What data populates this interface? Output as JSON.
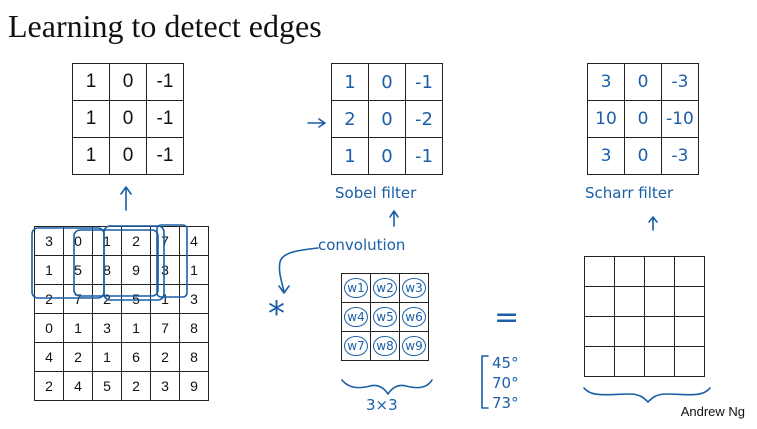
{
  "title": "Learning to detect edges",
  "filter_vertical": [
    [
      "1",
      "0",
      "-1"
    ],
    [
      "1",
      "0",
      "-1"
    ],
    [
      "1",
      "0",
      "-1"
    ]
  ],
  "sobel": {
    "matrix": [
      [
        "1",
        "0",
        "-1"
      ],
      [
        "2",
        "0",
        "-2"
      ],
      [
        "1",
        "0",
        "-1"
      ]
    ],
    "label": "Sobel filter"
  },
  "scharr": {
    "matrix": [
      [
        "3",
        "0",
        "-3"
      ],
      [
        "10",
        "0",
        "-10"
      ],
      [
        "3",
        "0",
        "-3"
      ]
    ],
    "label": "Scharr filter"
  },
  "image": [
    [
      "3",
      "0",
      "1",
      "2",
      "7",
      "4"
    ],
    [
      "1",
      "5",
      "8",
      "9",
      "3",
      "1"
    ],
    [
      "2",
      "7",
      "2",
      "5",
      "1",
      "3"
    ],
    [
      "0",
      "1",
      "3",
      "1",
      "7",
      "8"
    ],
    [
      "4",
      "2",
      "1",
      "6",
      "2",
      "8"
    ],
    [
      "2",
      "4",
      "5",
      "2",
      "3",
      "9"
    ]
  ],
  "weights": [
    [
      "w1",
      "w2",
      "w3"
    ],
    [
      "w4",
      "w5",
      "w6"
    ],
    [
      "w7",
      "w8",
      "w9"
    ]
  ],
  "convolution_label": "convolution",
  "convolution_symbol": "*",
  "equals_symbol": "=",
  "size_label": "3×3",
  "angles": [
    "45°",
    "70°",
    "73°"
  ],
  "output_grid": {
    "rows": 4,
    "cols": 4
  },
  "credit": "Andrew Ng",
  "colors": {
    "ink": "#1a5fa8",
    "text": "#111111"
  }
}
